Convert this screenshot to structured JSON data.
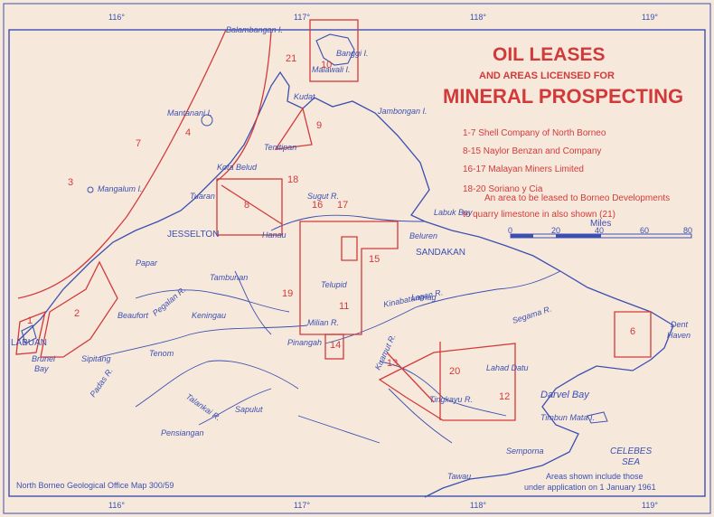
{
  "title": {
    "line1": "OIL  LEASES",
    "line2": "AND AREAS LICENSED FOR",
    "line3": "MINERAL PROSPECTING"
  },
  "legend": [
    "1-7  Shell Company of North Borneo",
    "8-15  Naylor Benzan and Company",
    "16-17  Malayan Miners Limited",
    "18-20  Soriano y Cia",
    "An area to be leased to Borneo Developments",
    "to quarry limestone in also shown (21)"
  ],
  "scale": {
    "ticks": [
      "0",
      "20",
      "40",
      "60",
      "80"
    ],
    "unit": "Miles"
  },
  "longitudes": [
    "116°",
    "117°",
    "118°",
    "119°"
  ],
  "places": {
    "balambangan": "Balambangan I.",
    "banggi": "Banggi I.",
    "malawali": "Malawali I.",
    "kudat": "Kudat",
    "jambongan": "Jambongan I.",
    "mantanani": "Mantanani I.",
    "tenitipan": "Tenitipan",
    "kota_belud": "Kota Belud",
    "mangalum": "Mangalum I.",
    "tuaran": "Tuaran",
    "jesselton": "JESSELTON",
    "hanau": "Hanau",
    "sugut": "Sugut R.",
    "labuk_bay": "Labuk Bay",
    "beluren": "Beluren",
    "sandakan": "SANDAKAN",
    "papar": "Papar",
    "tambunan": "Tambunan",
    "telupid": "Telupid",
    "beaufort": "Beaufort",
    "pegalan": "Pegalan R.",
    "keningau": "Keningau",
    "labuan": "LABUAN",
    "brunei_bay_1": "Brunei",
    "brunei_bay_2": "Bay",
    "sipitang": "Sipitang",
    "tenom": "Tenom",
    "milian": "Milian R.",
    "pinangah": "Pinangah",
    "lamag": "Lamag",
    "kinabatangan": "Kinabatangan R.",
    "segama": "Segama R.",
    "dent_haven_1": "Dent",
    "dent_haven_2": "Haven",
    "padas": "Padas R.",
    "talankai": "Talankai R.",
    "sapulut": "Sapulut",
    "pensiangan": "Pensiangan",
    "kuamut": "Kuamut R.",
    "tingkayu": "Tingkayu R.",
    "lahad_datu": "Lahad Datu",
    "darvel_bay": "Darvel Bay",
    "timbun_mata": "Timbun Mata I.",
    "semporna": "Semporna",
    "tawau": "Tawau",
    "celebes_1": "CELEBES",
    "celebes_2": "SEA"
  },
  "lease_numbers": [
    "1",
    "2",
    "3",
    "4",
    "6",
    "7",
    "8",
    "9",
    "10",
    "11",
    "12",
    "13",
    "14",
    "15",
    "16",
    "17",
    "18",
    "19",
    "20",
    "21"
  ],
  "footer": {
    "credit": "North Borneo Geological Office Map 300/59",
    "note1": "Areas shown include those",
    "note2": "under application on 1 January 1961"
  },
  "colors": {
    "paper": "#f6e9dc",
    "blue": "#3c4fb0",
    "red": "#d23a3a"
  }
}
